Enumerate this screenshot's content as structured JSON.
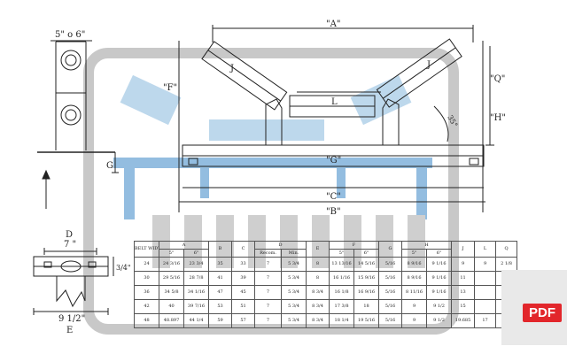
{
  "labels": {
    "top_width": "5\" o 6\"",
    "A": "\"A\"",
    "F": "\"F\"",
    "J_left": "J",
    "J_right": "J",
    "L": "L",
    "Q": "\"Q\"",
    "H": "\"H\"",
    "angle": "35°",
    "G_side": "G",
    "G_main": "\"G\"",
    "C": "\"C\"",
    "B": "\"B\"",
    "D": "D",
    "dim_7": "7 \"",
    "dim_side": "3/4\"",
    "dim_9half": "9 1/2\"",
    "E": "E"
  },
  "table": {
    "groups": [
      "BELT WIDTH",
      "A",
      "B",
      "C",
      "D",
      "E",
      "F",
      "G",
      "H",
      "J",
      "L",
      "Q"
    ],
    "sub": [
      "",
      "5\"",
      "6\"",
      "",
      "",
      "Recom.",
      "Min.",
      "",
      "5\"",
      "6\"",
      "",
      "5\"",
      "6\"",
      "",
      "",
      ""
    ],
    "rows": [
      [
        "24",
        "24 3/16",
        "23 3/4",
        "35",
        "33",
        "7",
        "5 3/4",
        "8",
        "13 13/16",
        "14 5/16",
        "5/16",
        "8 9/16",
        "9 1/16",
        "9",
        "9",
        "2 1/8"
      ],
      [
        "30",
        "29 5/16",
        "28 7/8",
        "41",
        "39",
        "7",
        "5 3/4",
        "8",
        "16 1/16",
        "15 9/16",
        "5/16",
        "8 9/16",
        "9 1/16",
        "11",
        "",
        ""
      ],
      [
        "36",
        "34 5/8",
        "34 1/16",
        "47",
        "45",
        "7",
        "5 3/4",
        "8 3/4",
        "16 1/8",
        "16 9/16",
        "5/16",
        "8 11/16",
        "9 1/16",
        "13",
        "",
        ""
      ],
      [
        "42",
        "40",
        "39 7/16",
        "53",
        "51",
        "7",
        "5 3/4",
        "8 3/4",
        "17 3/8",
        "18",
        "5/16",
        "9",
        "9 1/2",
        "15",
        "",
        ""
      ],
      [
        "48",
        "48.897",
        "44 1/4",
        "59",
        "57",
        "7",
        "5 3/4",
        "8 3/4",
        "18 1/4",
        "19 5/16",
        "5/16",
        "9",
        "9 1/2",
        "19.685",
        "17",
        ""
      ]
    ]
  },
  "badge": {
    "label": "PDF"
  }
}
